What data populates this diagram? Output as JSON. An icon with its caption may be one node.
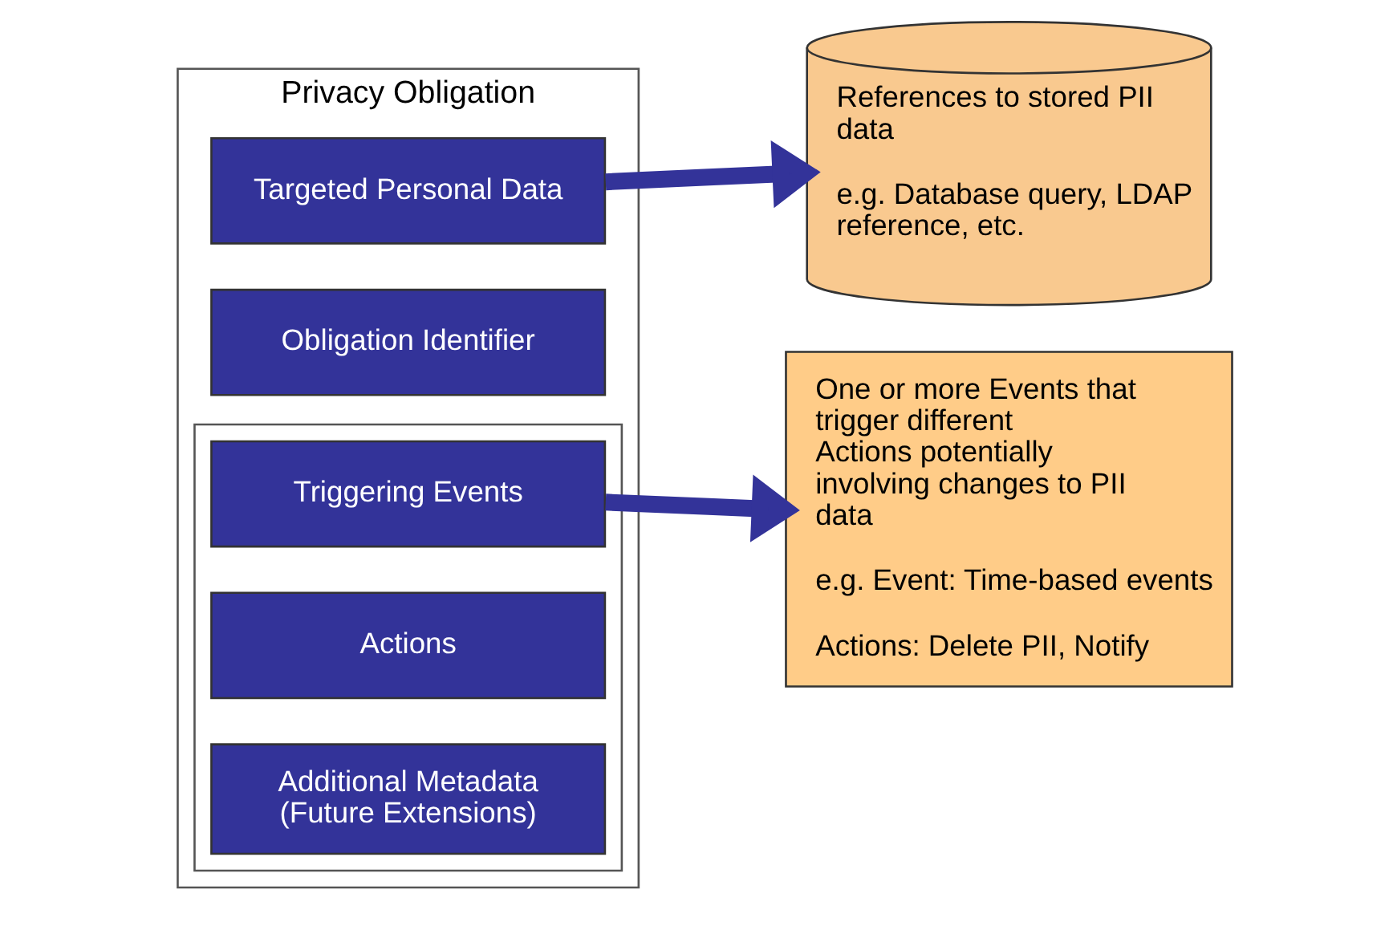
{
  "diagram": {
    "nodes": [
      {
        "text": [
          "Privacy Obligation"
        ]
      },
      {
        "text": [
          "Obligation Identifier"
        ],
        "in": 0
      },
      {
        "text": [
          "Targeted Personal Data"
        ],
        "in": 0
      },
      {
        "text": [],
        "shape": "box",
        "in": 0
      },
      {
        "text": [
          "Triggering Events"
        ],
        "in": 3
      },
      {
        "text": [
          "Actions"
        ],
        "in": 3
      },
      {
        "text": [
          "Additional Metadata (Future Extensions)"
        ],
        "in": 3
      },
      {
        "text": [
          "References to stored PII data",
          "e.g. Database query, LDAP reference, etc."
        ]
      },
      {
        "text": [
          "One or more Events that trigger different Actions potentially involving changes to PII data",
          "e.g. Event: Time-based events",
          "Actions: Delete PII, Notify"
        ]
      }
    ],
    "edges": [
      {
        "from": 2,
        "to": 7,
        "arrow": "to"
      },
      {
        "from": 4,
        "to": 8,
        "arrow": "to"
      }
    ]
  }
}
